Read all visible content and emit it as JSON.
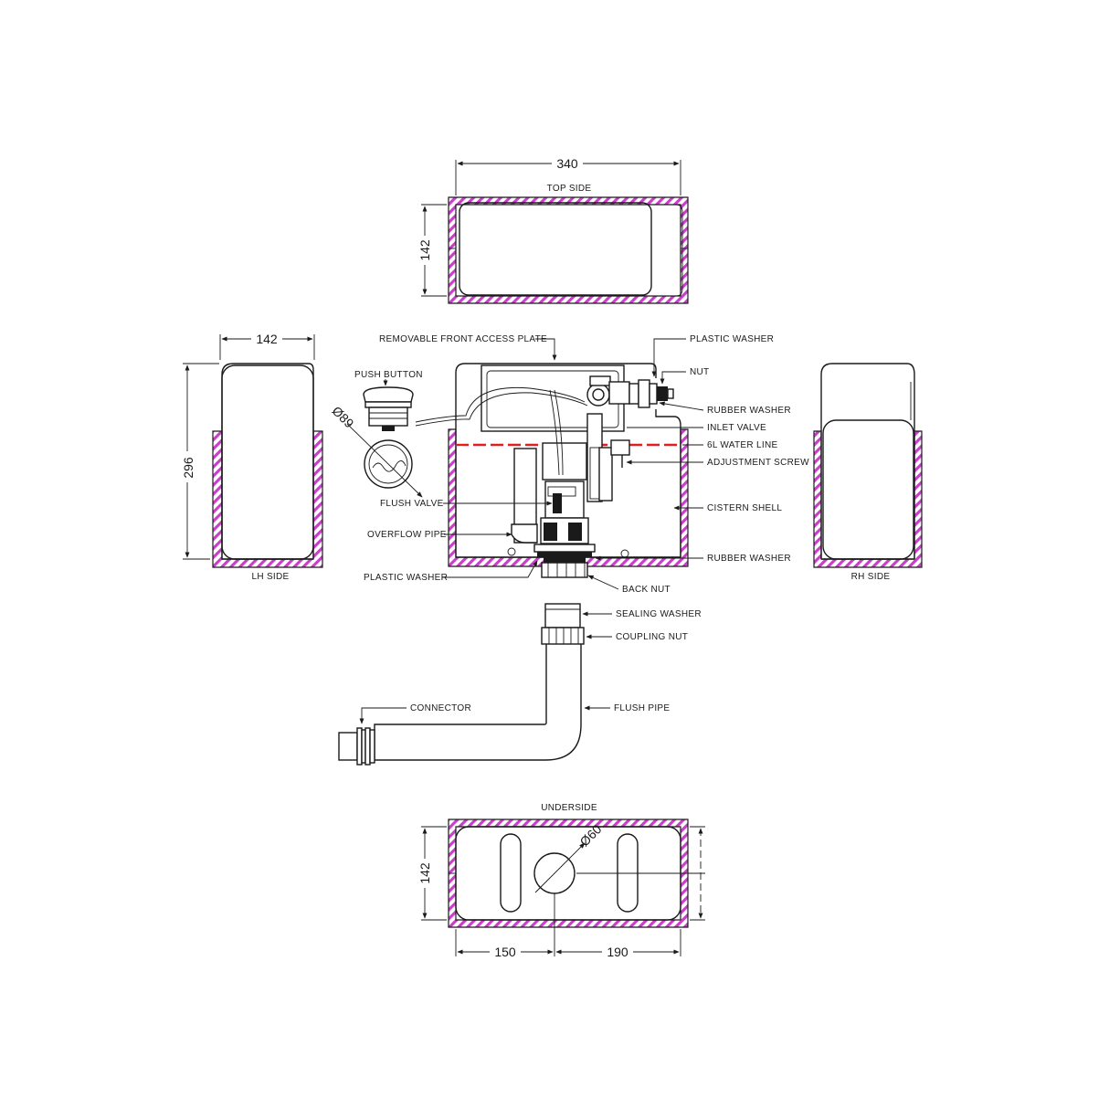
{
  "views": {
    "top": "TOP SIDE",
    "lh": "LH SIDE",
    "rh": "RH SIDE",
    "underside": "UNDERSIDE"
  },
  "dimensions": {
    "top_width": "340",
    "top_depth": "142",
    "lh_depth": "142",
    "lh_height": "296",
    "button_dia": "Ø89",
    "outlet_dia": "Ø60",
    "under_depth": "142",
    "under_left": "150",
    "under_right": "190"
  },
  "labels": {
    "removable_plate": "REMOVABLE FRONT ACCESS PLATE",
    "push_button": "PUSH BUTTON",
    "flush_valve": "FLUSH VALVE",
    "overflow_pipe": "OVERFLOW PIPE",
    "plastic_washer_bottom": "PLASTIC WASHER",
    "plastic_washer_top": "PLASTIC WASHER",
    "nut": "NUT",
    "rubber_washer_top": "RUBBER WASHER",
    "inlet_valve": "INLET VALVE",
    "water_line": "6L WATER LINE",
    "adjustment_screw": "ADJUSTMENT SCREW",
    "cistern_shell": "CISTERN SHELL",
    "rubber_washer_bottom": "RUBBER WASHER",
    "back_nut": "BACK NUT",
    "sealing_washer": "SEALING WASHER",
    "coupling_nut": "COUPLING NUT",
    "connector": "CONNECTOR",
    "flush_pipe": "FLUSH PIPE"
  },
  "colors": {
    "hatch": "#c93fc9",
    "water_line": "#e02020",
    "ink": "#1a1a1a"
  }
}
